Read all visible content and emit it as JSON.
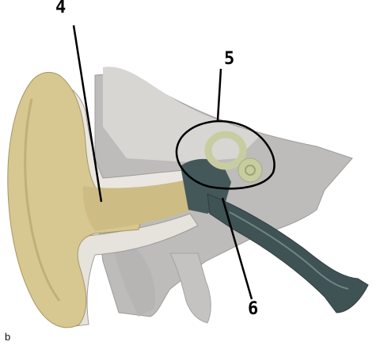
{
  "diagram": {
    "panel_letter": "b",
    "labels": [
      {
        "id": "label-4",
        "text": "4"
      },
      {
        "id": "label-5",
        "text": "5"
      },
      {
        "id": "label-6",
        "text": "6"
      }
    ]
  },
  "colors": {
    "auricle": "#d7c892",
    "auricle_shadow": "#b7a56a",
    "bone": "#eae6e0",
    "cartilage": "#c9c6c2",
    "soft_tissue": "#b9b8b6",
    "inner_ear": "#c7cda0",
    "tube": "#3f5254",
    "annotation": "#000000"
  }
}
